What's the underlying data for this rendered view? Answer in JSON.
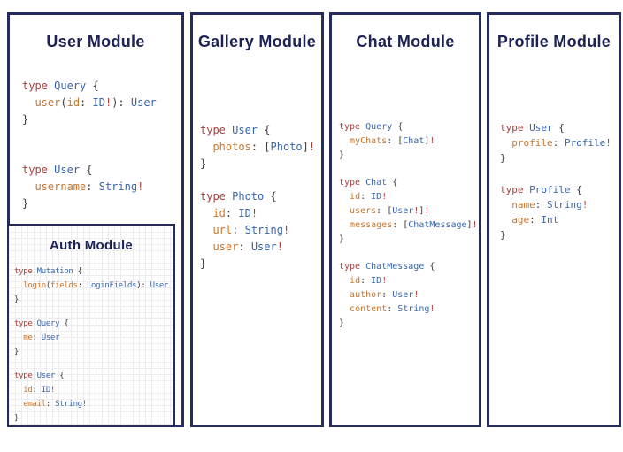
{
  "colors": {
    "border": "#262b5e",
    "title": "#1c2254",
    "keyword": "#a8403d",
    "typename": "#3a66ae",
    "field": "#c8762f",
    "punct": "#3d3d3d",
    "bang": "#b23c38"
  },
  "panels": [
    {
      "title": "User Module",
      "code_blocks": [
        {
          "lines": [
            [
              [
                "k",
                "type "
              ],
              [
                "t",
                "Query "
              ],
              [
                "p",
                "{"
              ]
            ],
            [
              [
                "p",
                "  "
              ],
              [
                "f",
                "user"
              ],
              [
                "p",
                "("
              ],
              [
                "f",
                "id"
              ],
              [
                "p",
                ": "
              ],
              [
                "t",
                "ID"
              ],
              [
                "b",
                "!"
              ],
              [
                "p",
                "): "
              ],
              [
                "t",
                "User"
              ]
            ],
            [
              [
                "p",
                "}"
              ]
            ]
          ]
        },
        {
          "lines": [
            [
              [
                "k",
                "type "
              ],
              [
                "t",
                "User "
              ],
              [
                "p",
                "{"
              ]
            ],
            [
              [
                "p",
                "  "
              ],
              [
                "f",
                "username"
              ],
              [
                "p",
                ": "
              ],
              [
                "t",
                "String"
              ],
              [
                "b",
                "!"
              ]
            ],
            [
              [
                "p",
                "}"
              ]
            ]
          ]
        }
      ]
    },
    {
      "title": "Gallery Module",
      "code_blocks": [
        {
          "lines": [
            [
              [
                "k",
                "type "
              ],
              [
                "t",
                "User "
              ],
              [
                "p",
                "{"
              ]
            ],
            [
              [
                "p",
                "  "
              ],
              [
                "f",
                "photos"
              ],
              [
                "p",
                ": ["
              ],
              [
                "t",
                "Photo"
              ],
              [
                "p",
                "]"
              ],
              [
                "b",
                "!"
              ]
            ],
            [
              [
                "p",
                "}"
              ]
            ]
          ]
        },
        {
          "lines": [
            [
              [
                "k",
                "type "
              ],
              [
                "t",
                "Photo "
              ],
              [
                "p",
                "{"
              ]
            ],
            [
              [
                "p",
                "  "
              ],
              [
                "f",
                "id"
              ],
              [
                "p",
                ": "
              ],
              [
                "t",
                "ID"
              ],
              [
                "b",
                "!"
              ]
            ],
            [
              [
                "p",
                "  "
              ],
              [
                "f",
                "url"
              ],
              [
                "p",
                ": "
              ],
              [
                "t",
                "String"
              ],
              [
                "b",
                "!"
              ]
            ],
            [
              [
                "p",
                "  "
              ],
              [
                "f",
                "user"
              ],
              [
                "p",
                ": "
              ],
              [
                "t",
                "User"
              ],
              [
                "b",
                "!"
              ]
            ],
            [
              [
                "p",
                "}"
              ]
            ]
          ]
        }
      ]
    },
    {
      "title": "Chat Module",
      "code_blocks": [
        {
          "lines": [
            [
              [
                "k",
                "type "
              ],
              [
                "t",
                "Query "
              ],
              [
                "p",
                "{"
              ]
            ],
            [
              [
                "p",
                "  "
              ],
              [
                "f",
                "myChats"
              ],
              [
                "p",
                ": ["
              ],
              [
                "t",
                "Chat"
              ],
              [
                "p",
                "]"
              ],
              [
                "b",
                "!"
              ]
            ],
            [
              [
                "p",
                "}"
              ]
            ]
          ]
        },
        {
          "lines": [
            [
              [
                "k",
                "type "
              ],
              [
                "t",
                "Chat "
              ],
              [
                "p",
                "{"
              ]
            ],
            [
              [
                "p",
                "  "
              ],
              [
                "f",
                "id"
              ],
              [
                "p",
                ": "
              ],
              [
                "t",
                "ID"
              ],
              [
                "b",
                "!"
              ]
            ],
            [
              [
                "p",
                "  "
              ],
              [
                "f",
                "users"
              ],
              [
                "p",
                ": ["
              ],
              [
                "t",
                "User"
              ],
              [
                "b",
                "!"
              ],
              [
                "p",
                "]"
              ],
              [
                "b",
                "!"
              ]
            ],
            [
              [
                "p",
                "  "
              ],
              [
                "f",
                "messages"
              ],
              [
                "p",
                ": ["
              ],
              [
                "t",
                "ChatMessage"
              ],
              [
                "p",
                "]"
              ],
              [
                "b",
                "!"
              ]
            ],
            [
              [
                "p",
                "}"
              ]
            ]
          ]
        },
        {
          "lines": [
            [
              [
                "k",
                "type "
              ],
              [
                "t",
                "ChatMessage "
              ],
              [
                "p",
                "{"
              ]
            ],
            [
              [
                "p",
                "  "
              ],
              [
                "f",
                "id"
              ],
              [
                "p",
                ": "
              ],
              [
                "t",
                "ID"
              ],
              [
                "b",
                "!"
              ]
            ],
            [
              [
                "p",
                "  "
              ],
              [
                "f",
                "author"
              ],
              [
                "p",
                ": "
              ],
              [
                "t",
                "User"
              ],
              [
                "b",
                "!"
              ]
            ],
            [
              [
                "p",
                "  "
              ],
              [
                "f",
                "content"
              ],
              [
                "p",
                ": "
              ],
              [
                "t",
                "String"
              ],
              [
                "b",
                "!"
              ]
            ],
            [
              [
                "p",
                "}"
              ]
            ]
          ]
        }
      ]
    },
    {
      "title": "Profile Module",
      "code_blocks": [
        {
          "lines": [
            [
              [
                "k",
                "type "
              ],
              [
                "t",
                "User "
              ],
              [
                "p",
                "{"
              ]
            ],
            [
              [
                "p",
                "  "
              ],
              [
                "f",
                "profile"
              ],
              [
                "p",
                ": "
              ],
              [
                "t",
                "Profile"
              ],
              [
                "b",
                "!"
              ]
            ],
            [
              [
                "p",
                "}"
              ]
            ]
          ]
        },
        {
          "lines": [
            [
              [
                "k",
                "type "
              ],
              [
                "t",
                "Profile "
              ],
              [
                "p",
                "{"
              ]
            ],
            [
              [
                "p",
                "  "
              ],
              [
                "f",
                "name"
              ],
              [
                "p",
                ": "
              ],
              [
                "t",
                "String"
              ],
              [
                "b",
                "!"
              ]
            ],
            [
              [
                "p",
                "  "
              ],
              [
                "f",
                "age"
              ],
              [
                "p",
                ": "
              ],
              [
                "t",
                "Int"
              ]
            ],
            [
              [
                "p",
                "}"
              ]
            ]
          ]
        }
      ]
    }
  ],
  "auth_panel": {
    "title": "Auth Module",
    "code_blocks": [
      {
        "lines": [
          [
            [
              "k",
              "type "
            ],
            [
              "t",
              "Mutation "
            ],
            [
              "p",
              "{"
            ]
          ],
          [
            [
              "p",
              "  "
            ],
            [
              "f",
              "login"
            ],
            [
              "p",
              "("
            ],
            [
              "f",
              "fields"
            ],
            [
              "p",
              ": "
            ],
            [
              "t",
              "LoginFields"
            ],
            [
              "p",
              "): "
            ],
            [
              "t",
              "User"
            ]
          ],
          [
            [
              "p",
              "}"
            ]
          ]
        ]
      },
      {
        "lines": [
          [
            [
              "k",
              "type "
            ],
            [
              "t",
              "Query "
            ],
            [
              "p",
              "{"
            ]
          ],
          [
            [
              "p",
              "  "
            ],
            [
              "f",
              "me"
            ],
            [
              "p",
              ": "
            ],
            [
              "t",
              "User"
            ]
          ],
          [
            [
              "p",
              "}"
            ]
          ]
        ]
      },
      {
        "lines": [
          [
            [
              "k",
              "type "
            ],
            [
              "t",
              "User "
            ],
            [
              "p",
              "{"
            ]
          ],
          [
            [
              "p",
              "  "
            ],
            [
              "f",
              "id"
            ],
            [
              "p",
              ": "
            ],
            [
              "t",
              "ID"
            ],
            [
              "b",
              "!"
            ]
          ],
          [
            [
              "p",
              "  "
            ],
            [
              "f",
              "email"
            ],
            [
              "p",
              ": "
            ],
            [
              "t",
              "String"
            ],
            [
              "b",
              "!"
            ]
          ],
          [
            [
              "p",
              "}"
            ]
          ]
        ]
      }
    ]
  }
}
